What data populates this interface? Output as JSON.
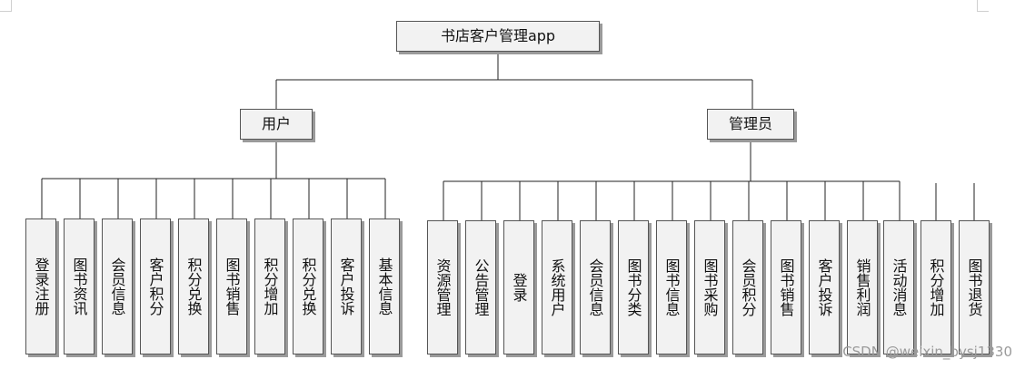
{
  "root": {
    "label": "书店客户管理app"
  },
  "user": {
    "label": "用户",
    "items": [
      {
        "label": "登录注册"
      },
      {
        "label": "图书资讯"
      },
      {
        "label": "会员信息"
      },
      {
        "label": "客户积分"
      },
      {
        "label": "积分兑换"
      },
      {
        "label": "图书销售"
      },
      {
        "label": "积分增加"
      },
      {
        "label": "积分兑换"
      },
      {
        "label": "客户投诉"
      },
      {
        "label": "基本信息"
      }
    ]
  },
  "admin": {
    "label": "管理员",
    "items": [
      {
        "label": "资源管理"
      },
      {
        "label": "公告管理"
      },
      {
        "label": "登录"
      },
      {
        "label": "系统用户"
      },
      {
        "label": "会员信息"
      },
      {
        "label": "图书分类"
      },
      {
        "label": "图书信息"
      },
      {
        "label": "图书采购"
      },
      {
        "label": "会员积分"
      },
      {
        "label": "图书销售"
      },
      {
        "label": "客户投诉"
      },
      {
        "label": "销售利润"
      },
      {
        "label": "活动消息"
      },
      {
        "label": "积分增加"
      },
      {
        "label": "图书退货"
      }
    ]
  },
  "watermark": "CSDN @weixin_bysj1330"
}
